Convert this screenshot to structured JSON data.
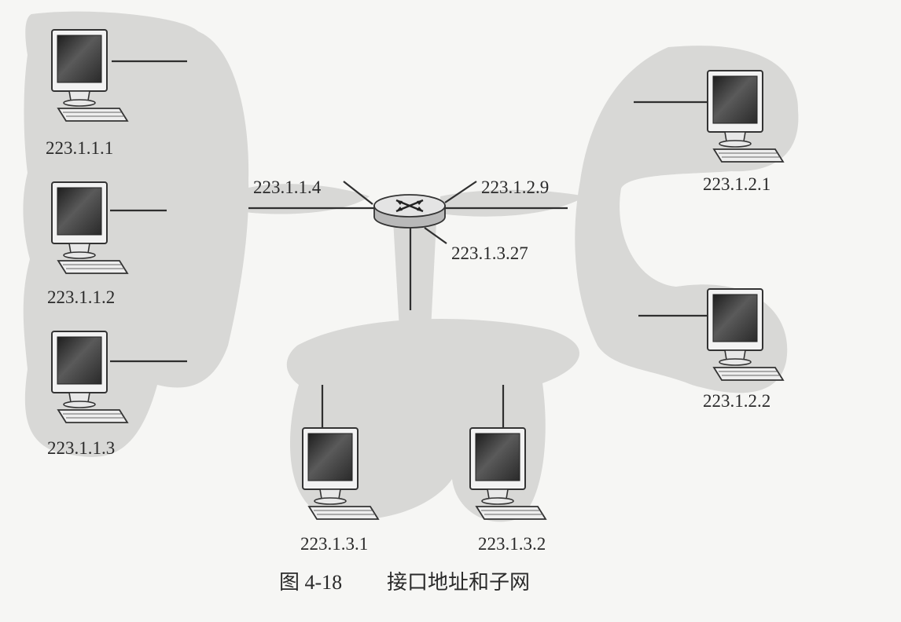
{
  "hosts": {
    "h111": "223.1.1.1",
    "h112": "223.1.1.2",
    "h113": "223.1.1.3",
    "h121": "223.1.2.1",
    "h122": "223.1.2.2",
    "h131": "223.1.3.1",
    "h132": "223.1.3.2"
  },
  "router": {
    "if1": "223.1.1.4",
    "if2": "223.1.2.9",
    "if3": "223.1.3.27"
  },
  "caption": {
    "number": "图 4-18",
    "title": "接口地址和子网"
  },
  "colors": {
    "subnet_fill": "#d8d8d6",
    "monitor_screen": "#3a3a3a",
    "router_body": "#cfcfcf",
    "ink": "#2a2a2a"
  }
}
